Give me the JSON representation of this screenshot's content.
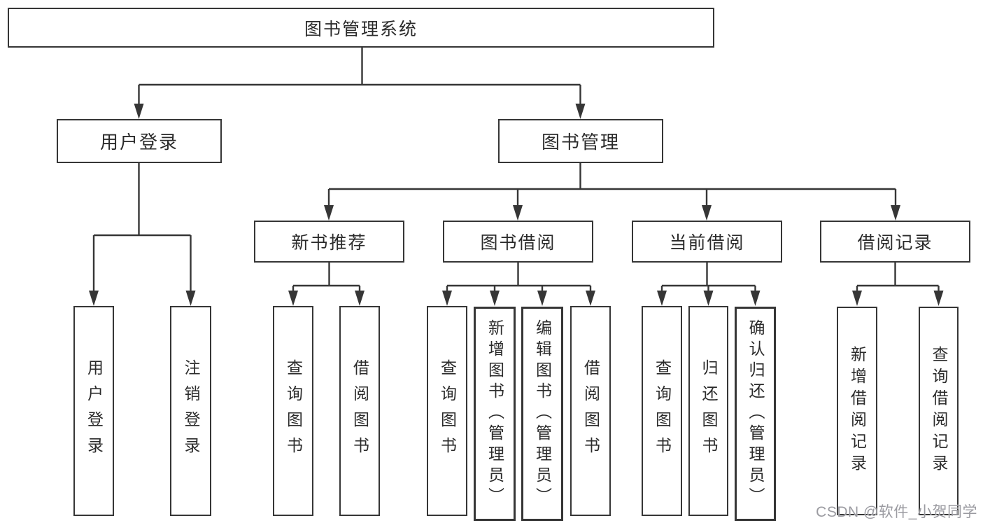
{
  "colors": {
    "line": "#363636",
    "box_border": "#363636",
    "text": "#2b2b2b",
    "watermark": "#9b9ba1",
    "background": "#ffffff"
  },
  "tree": {
    "root": {
      "label": "图书管理系统"
    },
    "branches": [
      {
        "label": "用户登录",
        "leaves": [
          "用户登录",
          "注销登录"
        ]
      },
      {
        "label": "图书管理",
        "groups": [
          {
            "label": "新书推荐",
            "leaves": [
              "查询图书",
              "借阅图书"
            ]
          },
          {
            "label": "图书借阅",
            "leaves": [
              "查询图书",
              "新增图书（管理员）",
              "编辑图书（管理员）",
              "借阅图书"
            ]
          },
          {
            "label": "当前借阅",
            "leaves": [
              "查询图书",
              "归还图书",
              "确认归还（管理员）"
            ]
          },
          {
            "label": "借阅记录",
            "leaves": [
              "新增借阅记录",
              "查询借阅记录"
            ]
          }
        ]
      }
    ]
  },
  "watermark": {
    "text": "CSDN @软件_小贺同学"
  }
}
